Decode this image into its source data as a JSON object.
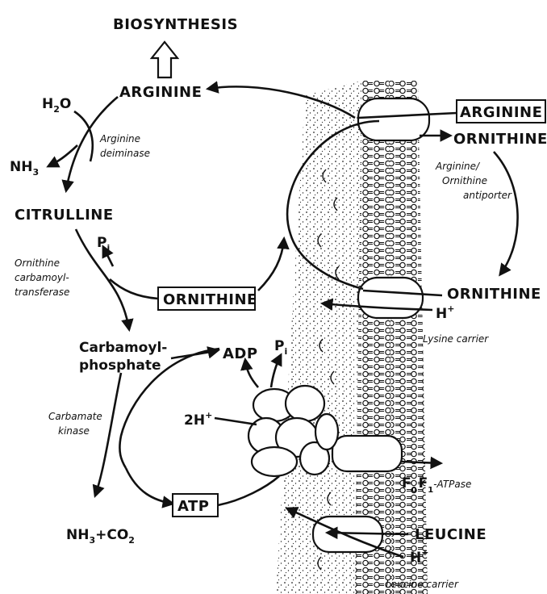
{
  "labels": {
    "biosynthesis": "BIOSYNTHESIS",
    "arginine": "ARGININE",
    "h2o_h": "H",
    "h2o_sub": "2",
    "h2o_o": "O",
    "nh3_a": "NH",
    "nh3_sub": "3",
    "arginine_deiminase_1": "Arginine",
    "arginine_deiminase_2": "deiminase",
    "citrulline": "CITRULLINE",
    "pi_p": "P",
    "pi_sub": "i",
    "otc_1": "Ornithine",
    "otc_2": "carbamoyl-",
    "otc_3": "transferase",
    "ornithine_box": "ORNITHINE",
    "carbamoyl_1": "Carbamoyl-",
    "carbamoyl_2": "phosphate",
    "adp": "ADP",
    "pi2_p": "P",
    "pi2_sub": "i",
    "carbamate_1": "Carbamate",
    "carbamate_2": "kinase",
    "two_h": "2H",
    "two_h_sup": "+",
    "atp_box": "ATP",
    "nh3co2_a": "NH",
    "nh3co2_sub1": "3",
    "nh3co2_b": "+CO",
    "nh3co2_sub2": "2",
    "arginine_box": "ARGININE",
    "ornithine_top": "ORNITHINE",
    "antiporter_1": "Arginine/",
    "antiporter_2": "Ornithine",
    "antiporter_3": "antiporter",
    "ornithine_right": "ORNITHINE",
    "h_lysine": "H",
    "h_lysine_sup": "+",
    "lysine_carrier": "Lysine carrier",
    "atpase_f0": "F",
    "atpase_sub0": "0",
    "atpase_f1": "F",
    "atpase_sub1": "1",
    "atpase_label": "-ATPase",
    "leucine": "LEUCINE",
    "h_leucine": "H",
    "h_leucine_sup": "+",
    "leucine_carrier": "Leucine carrier"
  }
}
